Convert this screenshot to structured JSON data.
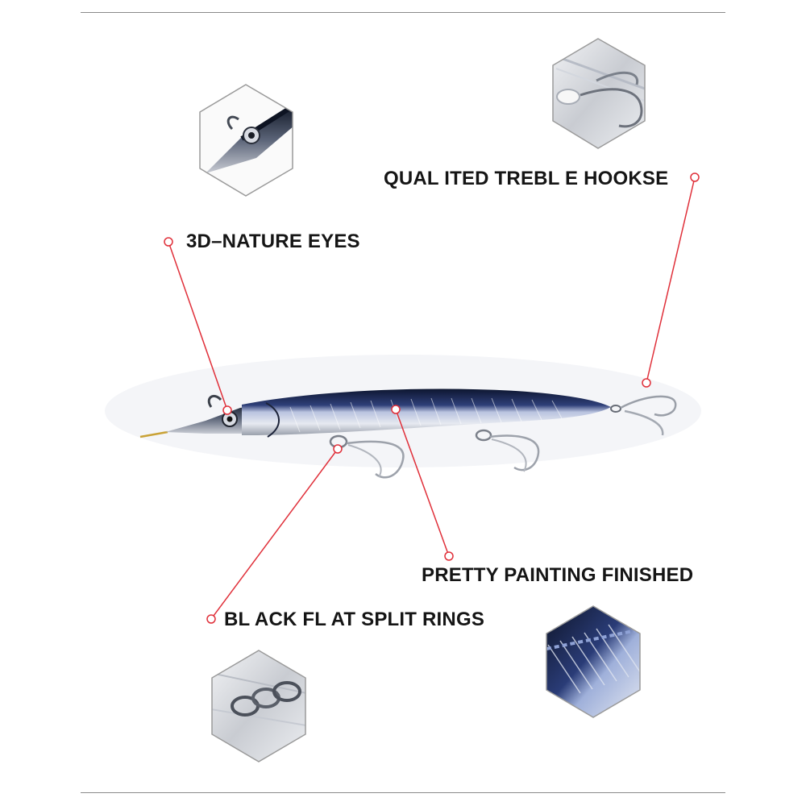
{
  "callouts": {
    "hooks": "QUAL ITED TREBL E HOOKSE",
    "eyes": "3D–NATURE EYES",
    "painting": "PRETTY PAINTING FINISHED",
    "split_rings": "BL ACK FL AT SPLIT RINGS"
  },
  "colors": {
    "leader_line": "#e0303a",
    "rule_line": "#8a8a8a",
    "label_text": "#151515"
  }
}
